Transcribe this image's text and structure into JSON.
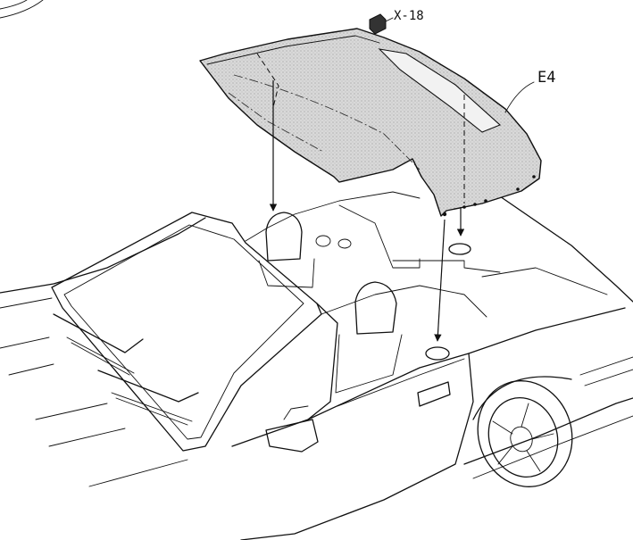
{
  "diagram": {
    "callouts": [
      {
        "id": "fastener",
        "text": "X-18"
      },
      {
        "id": "hardtop",
        "text": "E4"
      }
    ],
    "colors": {
      "line": "#111111",
      "hardtop_fill": "#d8d8d8",
      "fastener_fill": "#333333",
      "background": "#ffffff"
    },
    "icons": [
      "fastener-icon"
    ]
  }
}
